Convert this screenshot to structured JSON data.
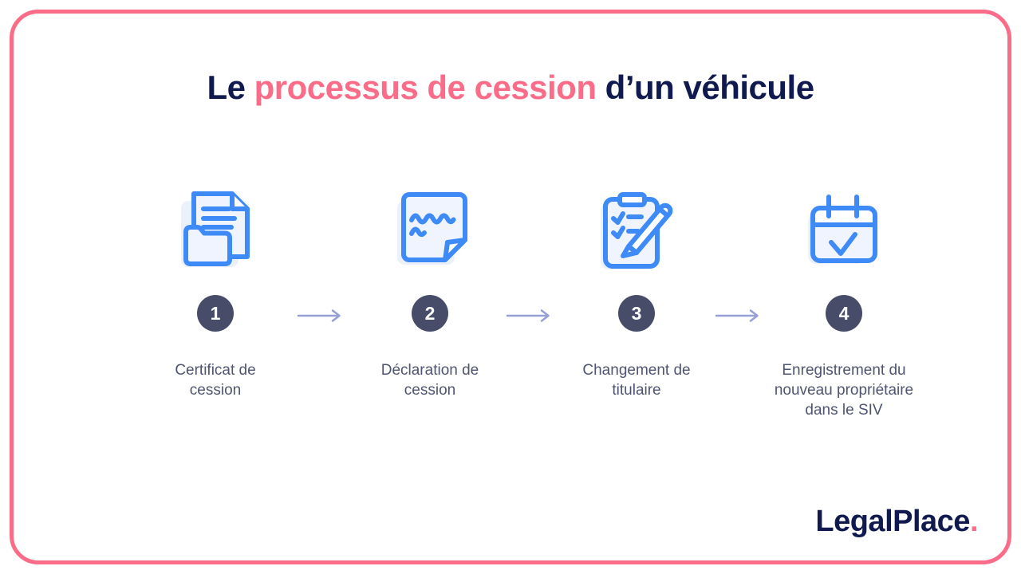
{
  "title": {
    "part1": "Le ",
    "highlight": "processus de cession",
    "part2": " d’un véhicule"
  },
  "steps": [
    {
      "number": "1",
      "label": "Certificat de cession",
      "icon": "documents-folder-icon"
    },
    {
      "number": "2",
      "label": "Déclaration de cession",
      "icon": "signed-paper-icon"
    },
    {
      "number": "3",
      "label": "Changement de titulaire",
      "icon": "clipboard-pencil-icon"
    },
    {
      "number": "4",
      "label": "Enregistrement du nouveau propriétaire dans le SIV",
      "icon": "calendar-check-icon"
    }
  ],
  "footer": {
    "brand": "LegalPlace",
    "brand_dot": "."
  },
  "colors": {
    "accent_pink": "#FB6C88",
    "navy": "#111A4E",
    "step_circle": "#474D68",
    "label_text": "#4F5571",
    "arrow": "#97A0D6",
    "icon_stroke": "#3E8BF7",
    "icon_fill": "#F0F4FE",
    "icon_shadow": "#ECF0FA"
  }
}
